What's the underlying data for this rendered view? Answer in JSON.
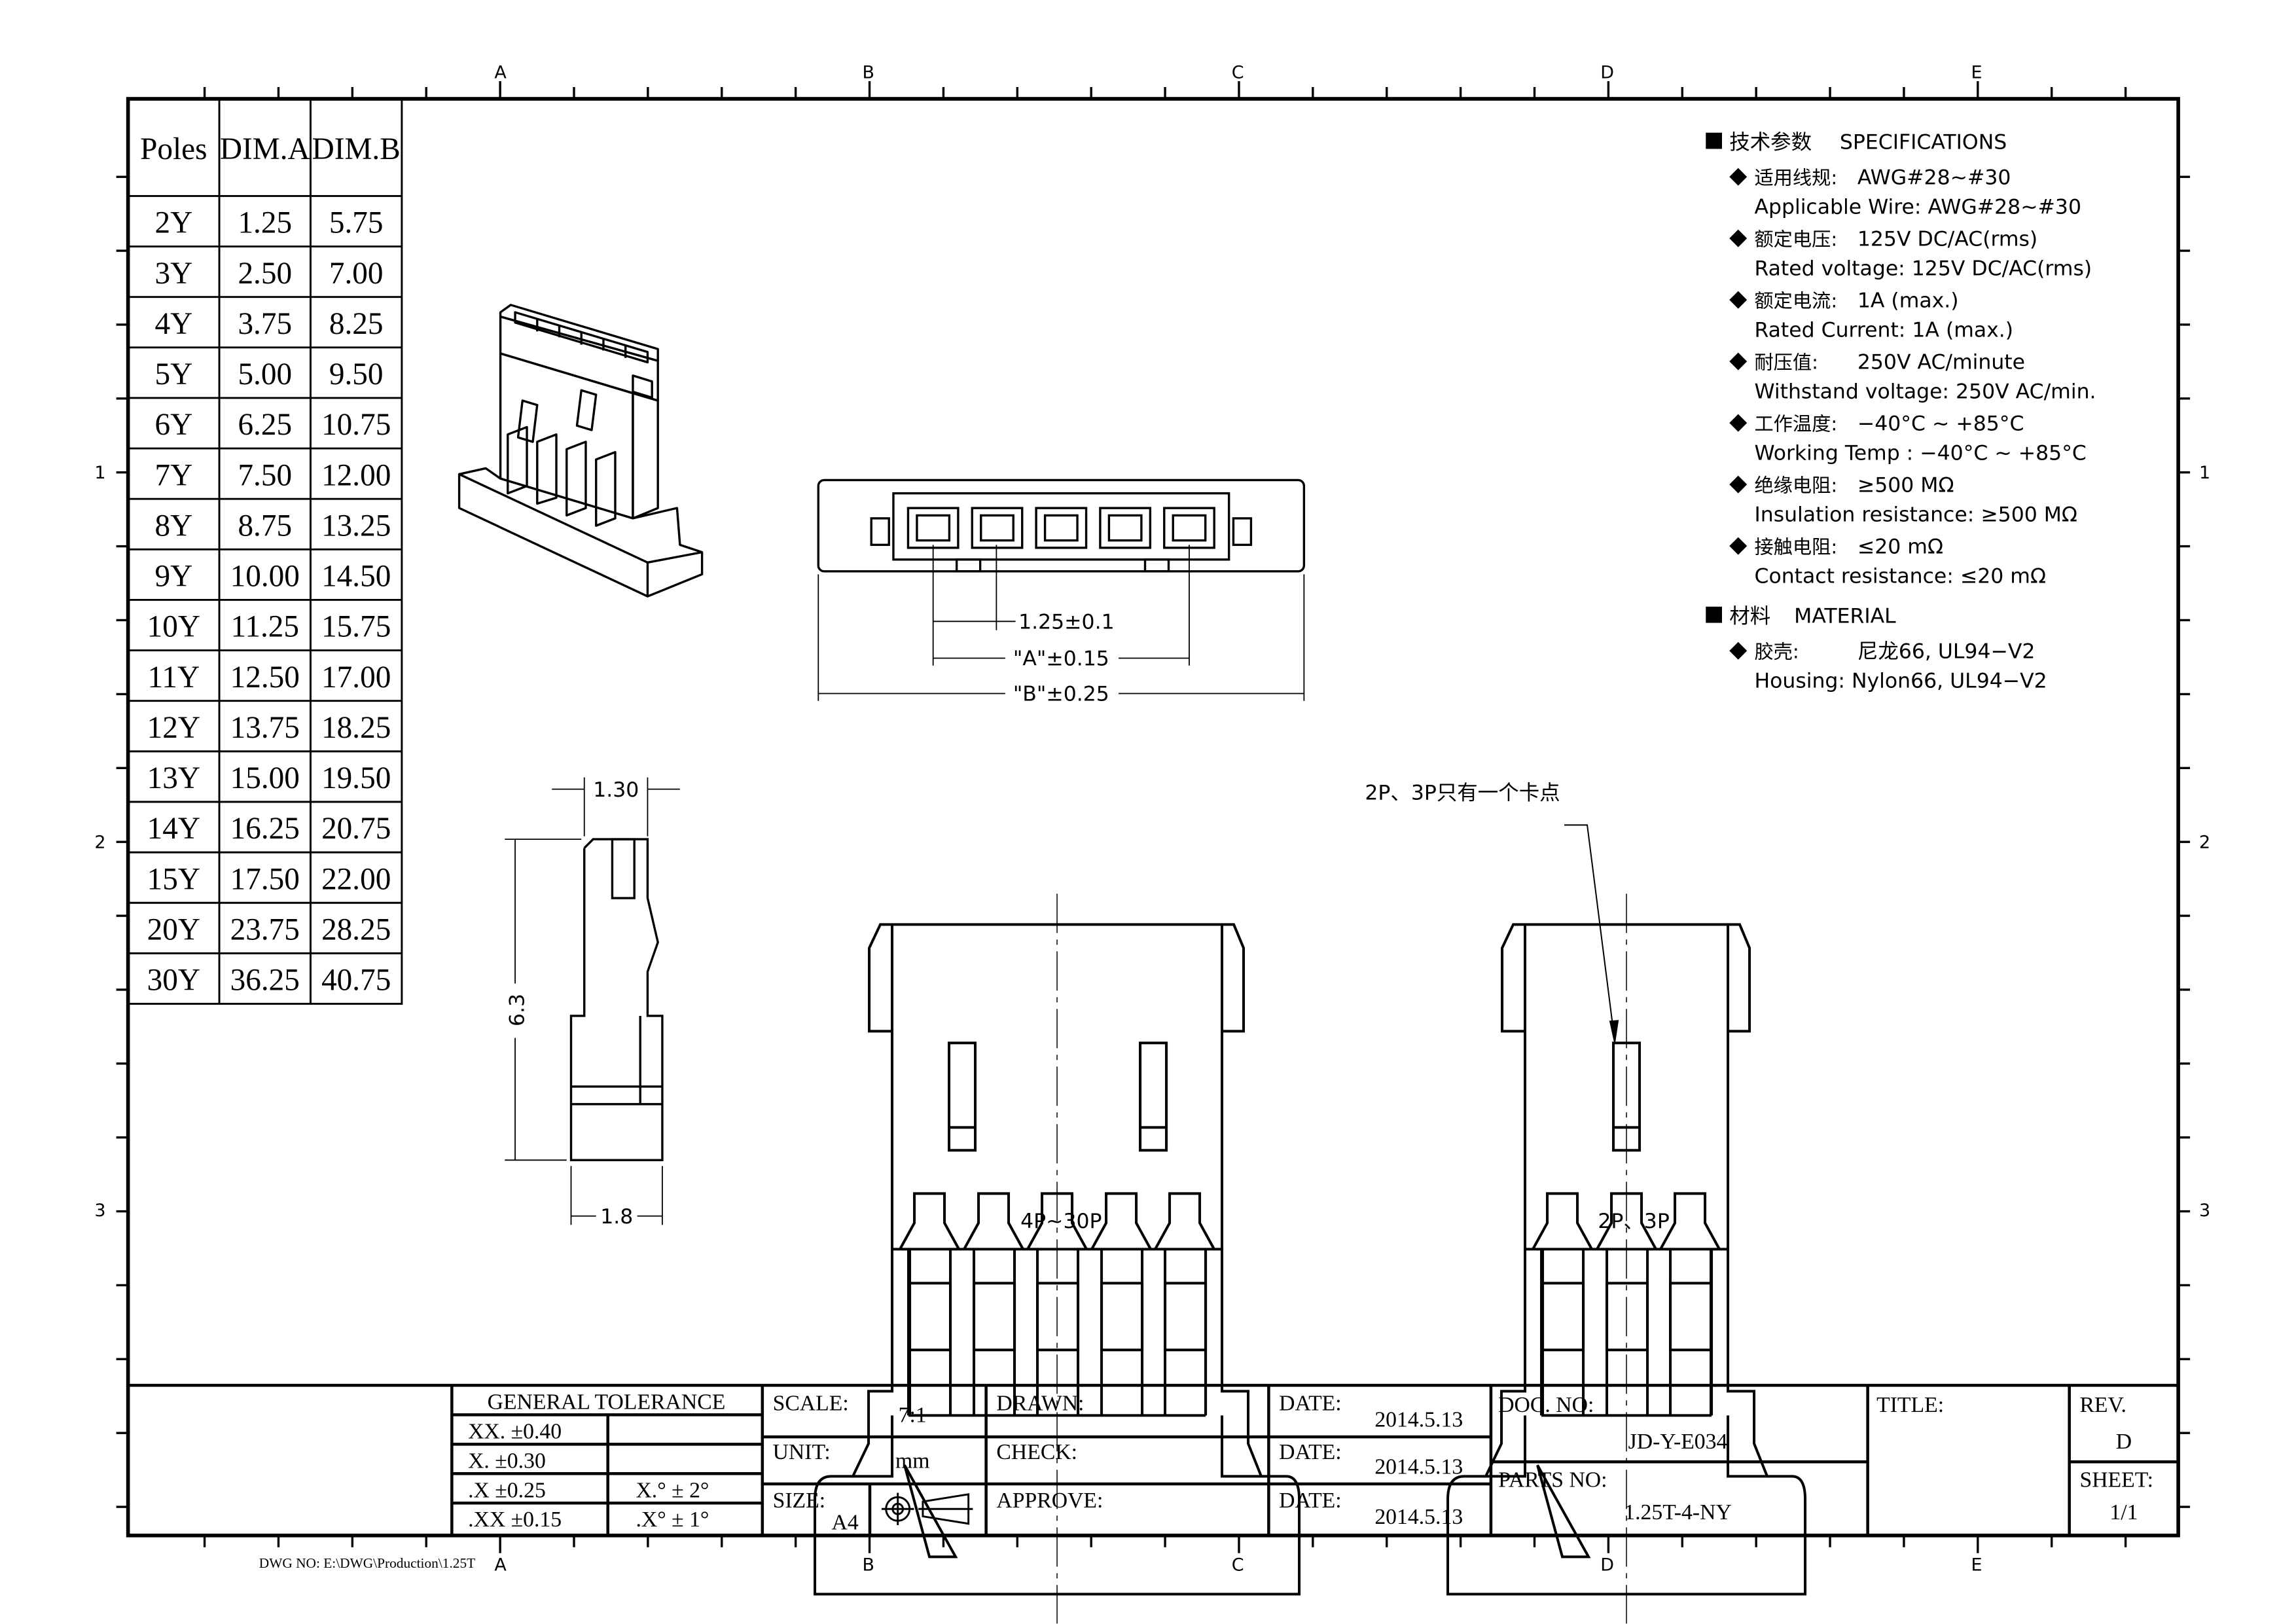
{
  "frame": {
    "columns": [
      "A",
      "B",
      "C",
      "D",
      "E"
    ],
    "rows": [
      "1",
      "2",
      "3"
    ],
    "dwg_no": "DWG NO: E:\\DWG\\Production\\1.25T"
  },
  "dim_table": {
    "headers": [
      "Poles",
      "DIM.A",
      "DIM.B"
    ],
    "rows": [
      [
        "2Y",
        "1.25",
        "5.75"
      ],
      [
        "3Y",
        "2.50",
        "7.00"
      ],
      [
        "4Y",
        "3.75",
        "8.25"
      ],
      [
        "5Y",
        "5.00",
        "9.50"
      ],
      [
        "6Y",
        "6.25",
        "10.75"
      ],
      [
        "7Y",
        "7.50",
        "12.00"
      ],
      [
        "8Y",
        "8.75",
        "13.25"
      ],
      [
        "9Y",
        "10.00",
        "14.50"
      ],
      [
        "10Y",
        "11.25",
        "15.75"
      ],
      [
        "11Y",
        "12.50",
        "17.00"
      ],
      [
        "12Y",
        "13.75",
        "18.25"
      ],
      [
        "13Y",
        "15.00",
        "19.50"
      ],
      [
        "14Y",
        "16.25",
        "20.75"
      ],
      [
        "15Y",
        "17.50",
        "22.00"
      ],
      [
        "20Y",
        "23.75",
        "28.25"
      ],
      [
        "30Y",
        "36.25",
        "40.75"
      ]
    ]
  },
  "specs": {
    "header_cn": "技术参数",
    "header_en": "SPECIFICATIONS",
    "items": [
      {
        "cn_label": "适用线规:",
        "cn_value": "AWG#28~#30",
        "en": "Applicable  Wire:  AWG#28~#30"
      },
      {
        "cn_label": "额定电压:",
        "cn_value": "125V  DC/AC(rms)",
        "en": "Rated  voltage:  125V  DC/AC(rms)"
      },
      {
        "cn_label": "额定电流:",
        "cn_value": "1A  (max.)",
        "en": "Rated  Current:  1A  (max.)"
      },
      {
        "cn_label": "耐压值:",
        "cn_value": "250V  AC/minute",
        "en": "Withstand  voltage:  250V  AC/min."
      },
      {
        "cn_label": "工作温度:",
        "cn_value": "−40°C  ~  +85°C",
        "en": "Working  Temp  :  −40°C  ~  +85°C"
      },
      {
        "cn_label": "绝缘电阻:",
        "cn_value": "≥500  MΩ",
        "en": "Insulation  resistance:  ≥500  MΩ"
      },
      {
        "cn_label": "接触电阻:",
        "cn_value": "≤20  mΩ",
        "en": "Contact  resistance:  ≤20  mΩ"
      }
    ],
    "material_cn": "材料",
    "material_en": "MATERIAL",
    "material_items": [
      {
        "cn_label": "胶壳:",
        "cn_value": "尼龙66,  UL94−V2",
        "en": "Housing:  Nylon66,  UL94−V2"
      }
    ]
  },
  "views": {
    "pitch_dim": "1.25±0.1",
    "a_dim": "\"A\"±0.15",
    "b_dim": "\"B\"±0.25",
    "side_width_top": "1.30",
    "side_height": "6.3",
    "side_width_bottom": "1.8",
    "front_label_left": "4P~30P",
    "front_label_right": "2P、3P",
    "note": "2P、3P只有一个卡点"
  },
  "title_block": {
    "general_tolerance": "GENERAL TOLERANCE",
    "tolerances": [
      {
        "left": "XX.  ±0.40",
        "right": ""
      },
      {
        "left": "X.    ±0.30",
        "right": ""
      },
      {
        "left": ".X    ±0.25",
        "right": "X.°  ±  2°"
      },
      {
        "left": ".XX  ±0.15",
        "right": ".X°  ±  1°"
      }
    ],
    "scale_label": "SCALE:",
    "scale": "7:1",
    "unit_label": "UNIT:",
    "unit": "mm",
    "size_label": "SIZE:",
    "size": "A4",
    "drawn_label": "DRAWN:",
    "check_label": "CHECK:",
    "approve_label": "APPROVE:",
    "date_label": "DATE:",
    "dates": [
      "2014.5.13",
      "2014.5.13",
      "2014.5.13"
    ],
    "doc_no_label": "DOC. NO:",
    "doc_no": "JD-Y-E034",
    "parts_no_label": "PARTS NO:",
    "parts_no": "1.25T-4-NY",
    "title_label": "TITLE:",
    "rev_label": "REV.",
    "rev": "D",
    "sheet_label": "SHEET:",
    "sheet": "1/1"
  }
}
